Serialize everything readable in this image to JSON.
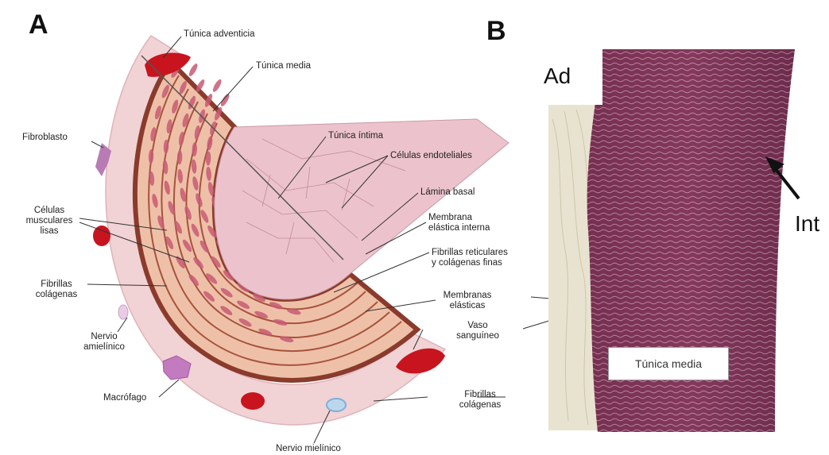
{
  "panels": {
    "a": {
      "letter": "A",
      "labels": {
        "tunica_adventicia": "Túnica adventicia",
        "tunica_media": "Túnica media",
        "tunica_intima": "Túnica íntima",
        "celulas_endoteliales": "Células endoteliales",
        "lamina_basal": "Lámina basal",
        "membrana_elastica_interna": "Membrana\nelástica interna",
        "fibrillas_reticulares": "Fibrillas reticulares\ny colágenas finas",
        "membranas_elasticas": "Membranas\nelásticas",
        "vaso_sanguineo": "Vaso\nsanguíneo",
        "fibrillas_colagenas_right": "Fibrillas\ncolágenas",
        "fibroblasto": "Fibroblasto",
        "celulas_musculares_lisas": "Células\nmusculares\nlisas",
        "fibrillas_colagenas_left": "Fibrillas\ncolágenas",
        "nervio_amielinico": "Nervio\namielínico",
        "macrofago": "Macrófago",
        "nervio_mielinico": "Nervio mielínico"
      }
    },
    "b": {
      "letter": "B",
      "labels": {
        "ad": "Ad",
        "int": "Int",
        "tunica_media": "Túnica media"
      }
    }
  },
  "colors": {
    "adventitia": "#f1d2d5",
    "media_band": "#efc0a8",
    "muscle_cell": "#c75a73",
    "elastic_layer": "#8a3b2c",
    "lumen_intima": "#ecc3cc",
    "blood_vessel": "#c8141e",
    "histology": "#8a3c60",
    "histology_dark": "#4e1d33",
    "adventitia_histology": "#e8e3d0"
  }
}
